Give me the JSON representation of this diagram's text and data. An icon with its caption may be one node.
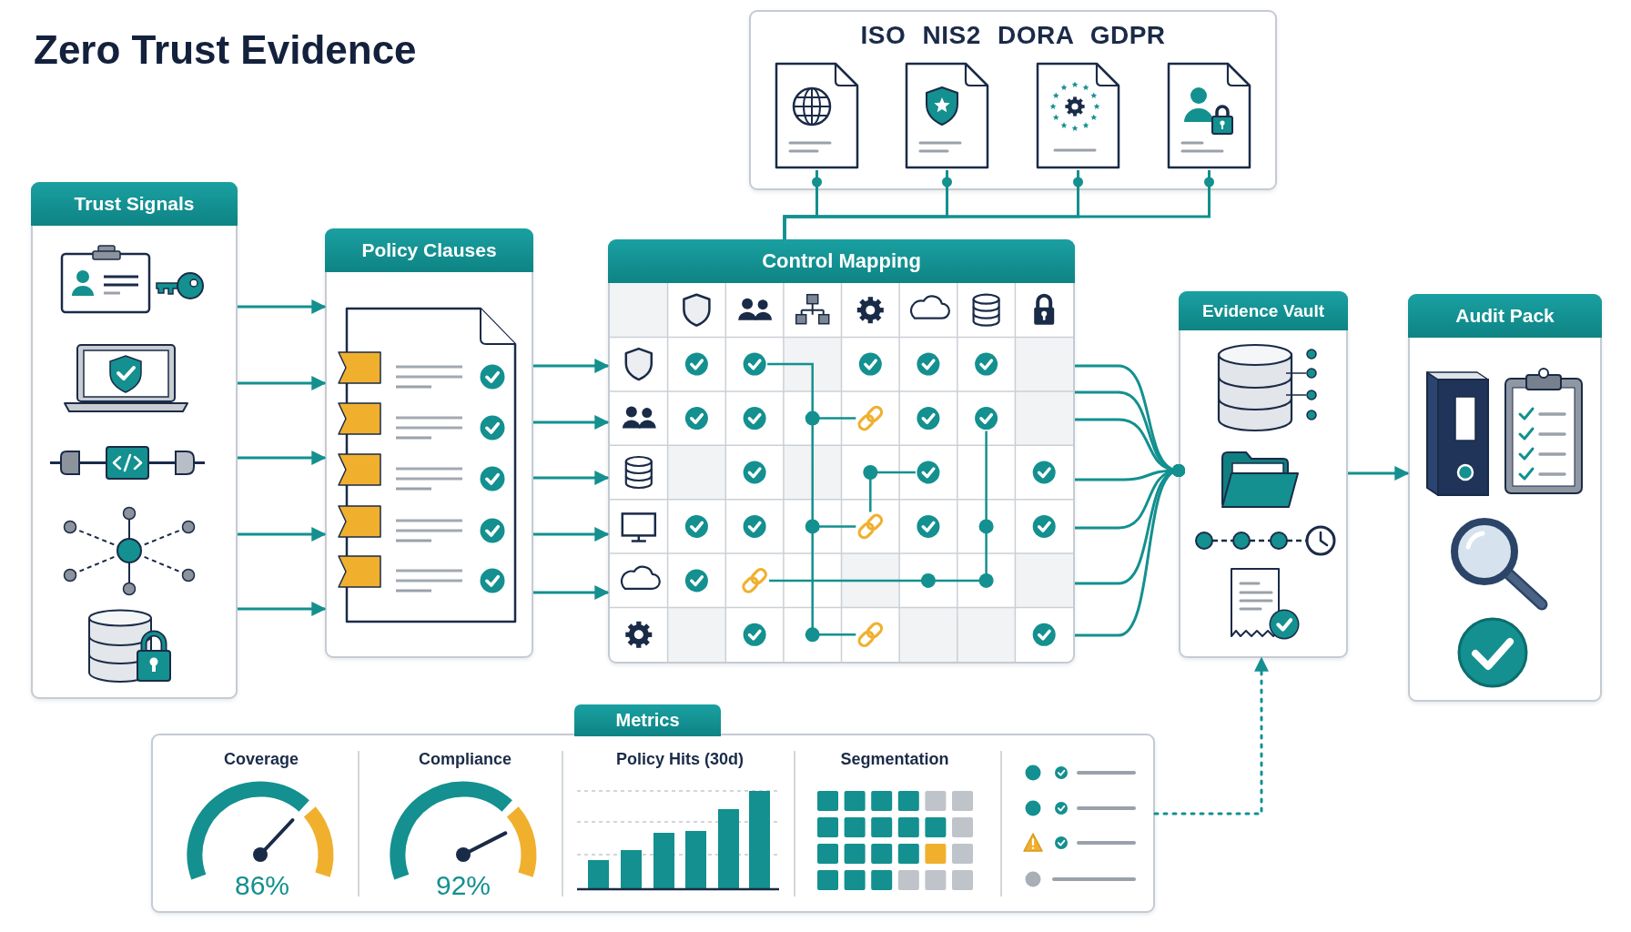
{
  "diagram": {
    "title": "Zero Trust Evidence",
    "nodes": [
      {
        "text": [
          "ISO NIS2 DORA GDPR"
        ]
      },
      {
        "text": [],
        "shape": "picture",
        "in": 0
      },
      {
        "text": [],
        "shape": "picture",
        "in": 0
      },
      {
        "text": [],
        "shape": "picture",
        "in": 0
      },
      {
        "text": [],
        "shape": "picture",
        "in": 0
      },
      {
        "text": [
          "Trust Signals"
        ]
      },
      {
        "text": [
          "Policy Clauses"
        ]
      },
      {
        "text": [
          "Control Mapping"
        ]
      },
      {
        "text": [
          "Evidence Vault"
        ]
      },
      {
        "text": [
          "Audit Pack"
        ]
      },
      {
        "text": [
          "Metrics",
          "Coverage",
          "86%",
          "Compliance",
          "92%",
          "Policy Hits (30d)",
          "Segmentation"
        ]
      }
    ],
    "edges": [
      {
        "from": 1,
        "to": 7,
        "arrow": "other"
      },
      {
        "from": 2,
        "to": 7,
        "arrow": "other"
      },
      {
        "from": 3,
        "to": 7,
        "arrow": "other"
      },
      {
        "from": 4,
        "to": 7,
        "arrow": "other"
      },
      {
        "from": 5,
        "to": 6,
        "arrow": "to"
      },
      {
        "from": 5,
        "to": 6,
        "arrow": "to"
      },
      {
        "from": 5,
        "to": 6,
        "arrow": "to"
      },
      {
        "from": 5,
        "to": 6,
        "arrow": "to"
      },
      {
        "from": 5,
        "to": 6,
        "arrow": "to"
      },
      {
        "from": 6,
        "to": 7,
        "arrow": "to"
      },
      {
        "from": 6,
        "to": 7,
        "arrow": "to"
      },
      {
        "from": 6,
        "to": 7,
        "arrow": "to"
      },
      {
        "from": 6,
        "to": 7,
        "arrow": "to"
      },
      {
        "from": 6,
        "to": 7,
        "arrow": "to"
      },
      {
        "from": 7,
        "to": 8,
        "arrow": "other"
      },
      {
        "from": 7,
        "to": 8,
        "arrow": "other"
      },
      {
        "from": 7,
        "to": 8,
        "arrow": "other"
      },
      {
        "from": 7,
        "to": 8,
        "arrow": "other"
      },
      {
        "from": 7,
        "to": 8,
        "arrow": "other"
      },
      {
        "from": 7,
        "to": 8,
        "arrow": "other"
      },
      {
        "from": 7,
        "to": 8,
        "arrow": "other"
      },
      {
        "from": 8,
        "to": 9,
        "arrow": "to"
      },
      {
        "from": 10,
        "to": 8,
        "arrow": "to",
        "style": "dashed"
      }
    ]
  }
}
